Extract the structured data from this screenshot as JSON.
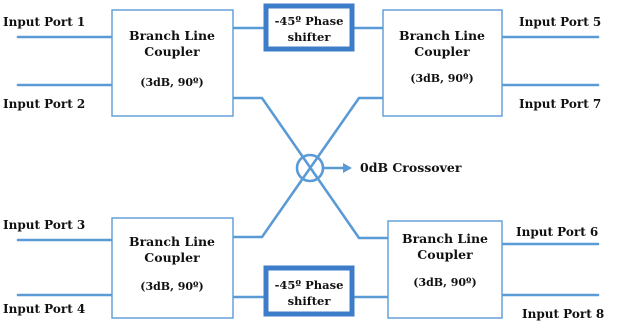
{
  "diagram": {
    "ports": {
      "p1": "Input Port 1",
      "p2": "Input Port 2",
      "p3": "Input Port 3",
      "p4": "Input Port 4",
      "p5": "Input Port 5",
      "p6": "Input Port 6",
      "p7": "Input Port 7",
      "p8": "Input Port 8"
    },
    "couplers": {
      "title_line1": "Branch Line",
      "title_line2": "Coupler",
      "spec": "(3dB, 90º)"
    },
    "shifters": {
      "line1": "-45º Phase",
      "line2": "shifter"
    },
    "crossover": {
      "label": "0dB Crossover"
    },
    "colors": {
      "line": "#5b9bd5",
      "shifter_border": "#3d7cc9",
      "block_border": "#5b9bd5",
      "text": "#111111"
    }
  }
}
